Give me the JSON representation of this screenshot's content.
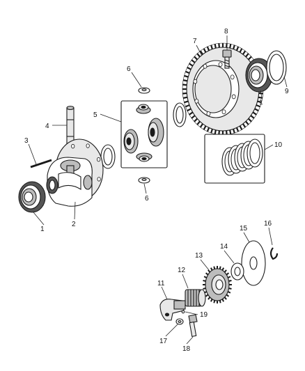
{
  "callouts": [
    {
      "id": "c1a",
      "label": "1"
    },
    {
      "id": "c1b",
      "label": "1"
    },
    {
      "id": "c2",
      "label": "2"
    },
    {
      "id": "c3",
      "label": "3"
    },
    {
      "id": "c4",
      "label": "4"
    },
    {
      "id": "c5",
      "label": "5"
    },
    {
      "id": "c6a",
      "label": "6"
    },
    {
      "id": "c6b",
      "label": "6"
    },
    {
      "id": "c7",
      "label": "7"
    },
    {
      "id": "c8",
      "label": "8"
    },
    {
      "id": "c9",
      "label": "9"
    },
    {
      "id": "c10",
      "label": "10"
    },
    {
      "id": "c11",
      "label": "11"
    },
    {
      "id": "c12",
      "label": "12"
    },
    {
      "id": "c13",
      "label": "13"
    },
    {
      "id": "c14",
      "label": "14"
    },
    {
      "id": "c15",
      "label": "15"
    },
    {
      "id": "c16",
      "label": "16"
    },
    {
      "id": "c17",
      "label": "17"
    },
    {
      "id": "c18",
      "label": "18"
    },
    {
      "id": "c19",
      "label": "19"
    }
  ]
}
